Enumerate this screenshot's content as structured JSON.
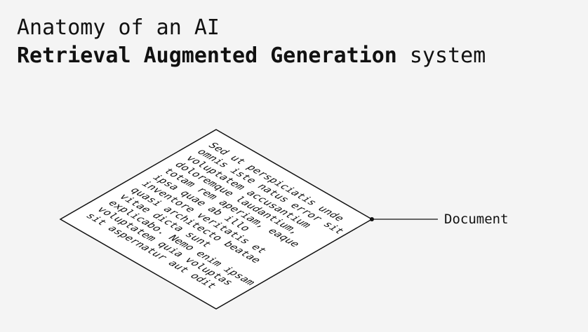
{
  "title": {
    "line1": "Anatomy of an AI",
    "line2_bold": "Retrieval Augmented Generation",
    "line2_rest": " system"
  },
  "document": {
    "label": "Document",
    "lines": [
      "Sed ut perspiciatis unde",
      "omnis iste natus error sit",
      "voluptatem accusantium",
      "doloremque laudantium,",
      "totam rem aperiam, eaque",
      "ipsa quae ab illo",
      "inventore veritatis et",
      "quasi architecto beatae",
      "vitae dicta sunt",
      "explicabo. Nemo enim ipsam",
      "voluptatem quia voluptas",
      "sit aspernatur aut odit"
    ]
  },
  "colors": {
    "background": "#f4f4f4",
    "stroke": "#111111",
    "document_fill": "#ffffff"
  }
}
